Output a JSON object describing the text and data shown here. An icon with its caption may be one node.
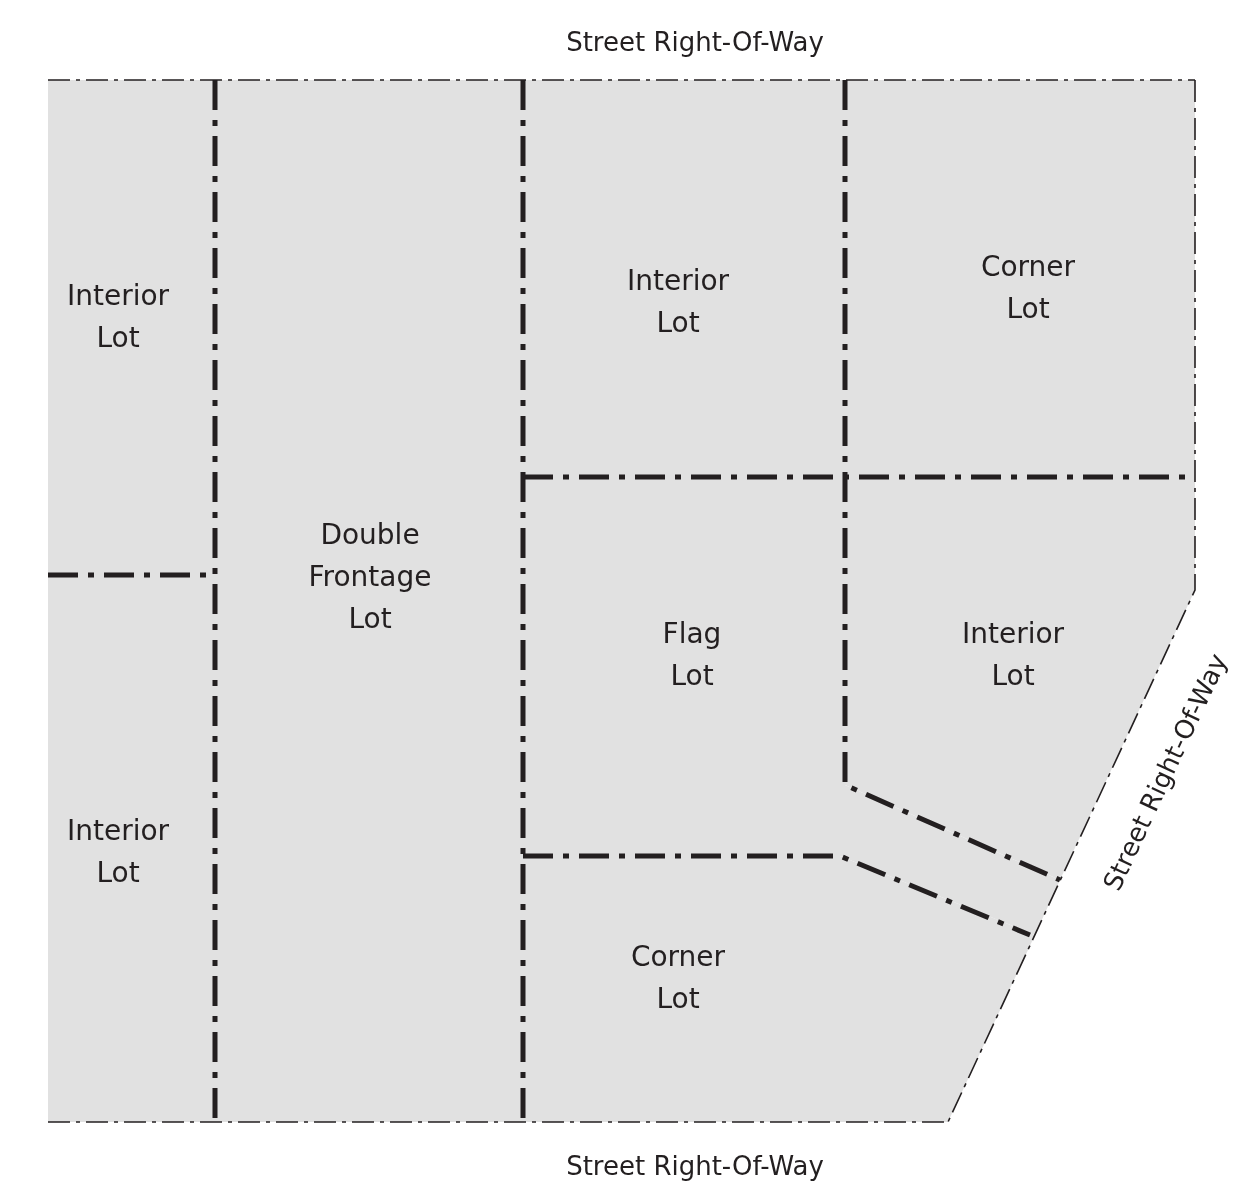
{
  "diagram": {
    "nodes": [
      {
        "text": [
          "Interior Lot"
        ]
      },
      {
        "text": [
          "Interior Lot"
        ]
      },
      {
        "text": [
          "Double Frontage Lot"
        ]
      },
      {
        "text": [
          "Interior Lot"
        ]
      },
      {
        "text": [
          "Corner Lot"
        ]
      },
      {
        "text": [
          "Flag Lot"
        ]
      },
      {
        "text": [
          "Interior Lot"
        ]
      },
      {
        "text": [
          "Corner Lot"
        ]
      }
    ],
    "edges": [],
    "labels": [
      "Street Right-Of-Way",
      "Street Right-Of-Way",
      "Street Right-Of-Way"
    ]
  }
}
